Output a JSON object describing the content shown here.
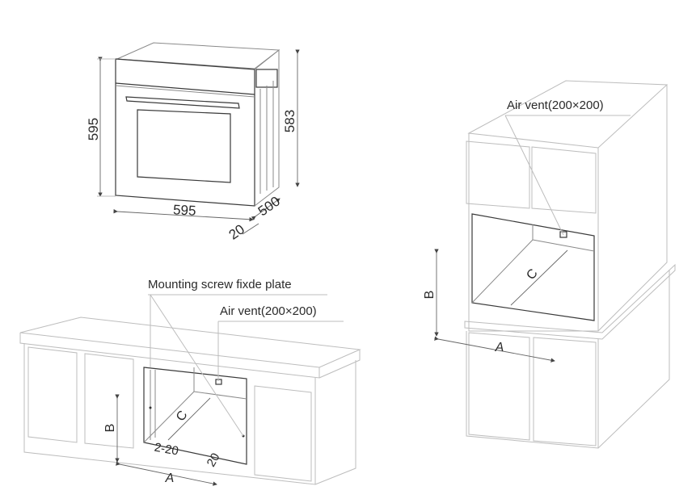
{
  "oven_dimensions": {
    "height_total": "595",
    "width_total": "595",
    "height_body": "583",
    "depth_body": "500",
    "front_panel_depth": "20"
  },
  "under_counter_install": {
    "mounting_label": "Mounting screw fixde plate",
    "air_vent_label": "Air vent(200×200)",
    "dim_width": "A",
    "dim_height": "B",
    "dim_depth": "C",
    "side_gap": "2-20",
    "front_gap": "20"
  },
  "tall_cabinet_install": {
    "air_vent_label": "Air vent(200×200)",
    "dim_width": "A",
    "dim_height": "B",
    "dim_depth": "C"
  }
}
